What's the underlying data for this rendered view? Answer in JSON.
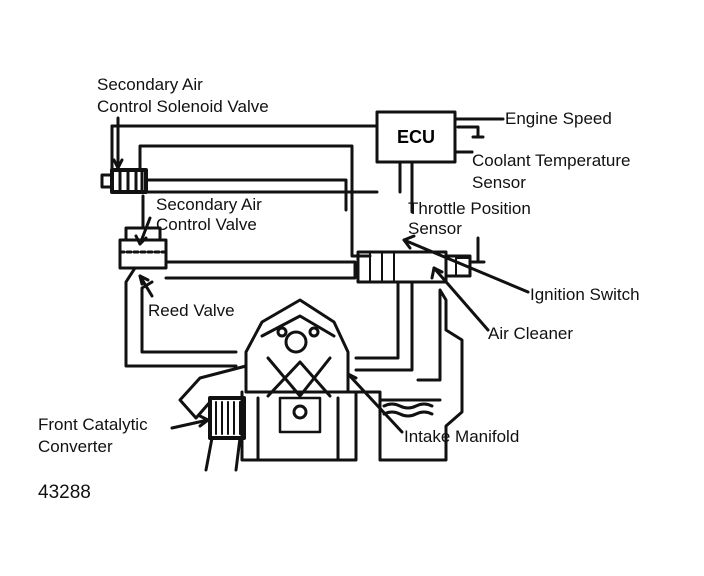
{
  "diagram": {
    "ecu": "ECU",
    "labels": {
      "sec_solenoid_l1": "Secondary Air",
      "sec_solenoid_l2": "Control Solenoid Valve",
      "engine_speed": "Engine Speed",
      "coolant_l1": "Coolant Temperature",
      "coolant_l2": "Sensor",
      "sec_valve_l1": "Secondary Air",
      "sec_valve_l2": "Control Valve",
      "throttle_l1": "Throttle Position",
      "throttle_l2": "Sensor",
      "ignition": "Ignition Switch",
      "reed": "Reed Valve",
      "air_cleaner": "Air Cleaner",
      "catalytic_l1": "Front Catalytic",
      "catalytic_l2": "Converter",
      "intake": "Intake Manifold"
    },
    "figure_number": "43288"
  }
}
